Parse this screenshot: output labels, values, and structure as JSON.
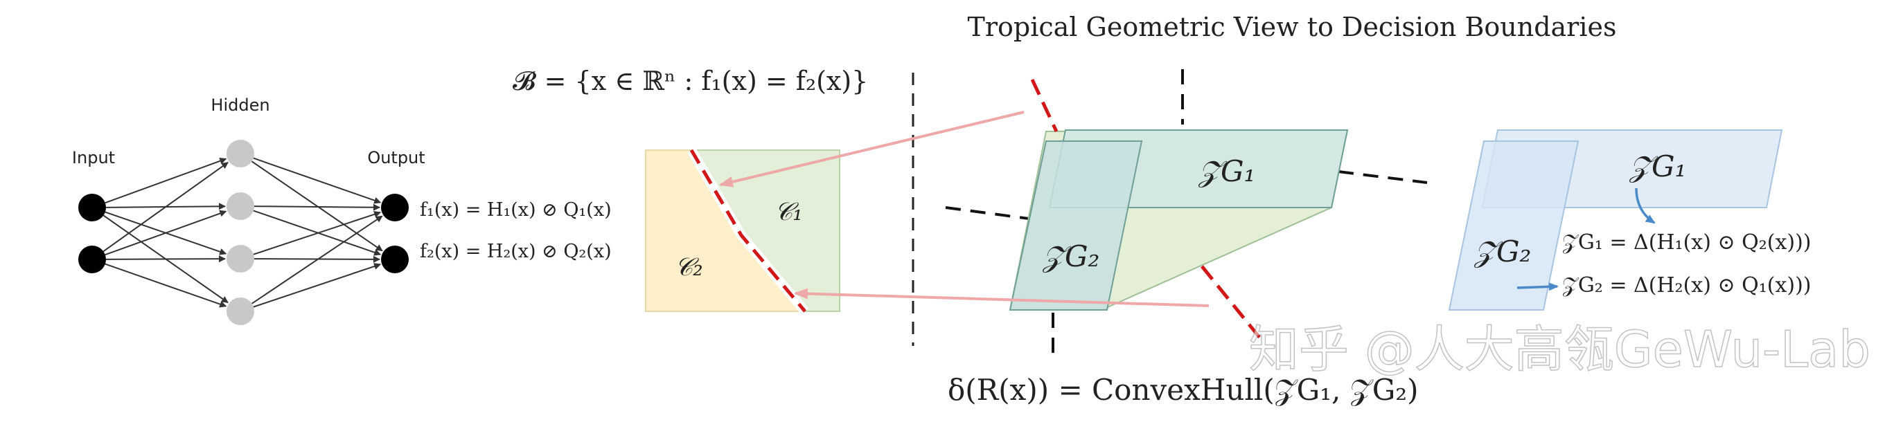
{
  "title": "Tropical Geometric View to Decision Boundaries",
  "network": {
    "input_label": "Input",
    "hidden_label": "Hidden",
    "output_label": "Output",
    "f1_eq": "f₁(x) = H₁(x) ⊘ Q₁(x)",
    "f2_eq": "f₂(x) = H₂(x) ⊘ Q₂(x)"
  },
  "boundary_set": "𝓑 = {x ∈ ℝⁿ : f₁(x) = f₂(x)}",
  "regions": {
    "c1": "𝒞₁",
    "c2": "𝒞₂"
  },
  "zonotopes": {
    "zg1": "𝒵G₁",
    "zg2": "𝒵G₂"
  },
  "right_panel": {
    "zg1": "𝒵G₁",
    "zg2": "𝒵G₂",
    "eq1": "𝒵G₁ = Δ(H₁(x) ⊙ Q₂(x)))",
    "eq2": "𝒵G₂ = Δ(H₂(x) ⊙ Q₁(x)))"
  },
  "convex_hull_eq": "δ(R(x)) = ConvexHull(𝒵G₁, 𝒵G₂)",
  "watermark": "知乎 @人大高瓴GeWu-Lab",
  "colors": {
    "node_dark": "#000000",
    "node_hidden": "#c8c8c8",
    "green_fill": "#e3efd9",
    "yellow_fill": "#fcefc9",
    "teal_fill": "#d2e6e0",
    "blue_fill": "#e2ecf6",
    "red_dash": "#d01818",
    "pink_arrow": "#eea8a8",
    "blue_arrow": "#4a8ac8"
  }
}
